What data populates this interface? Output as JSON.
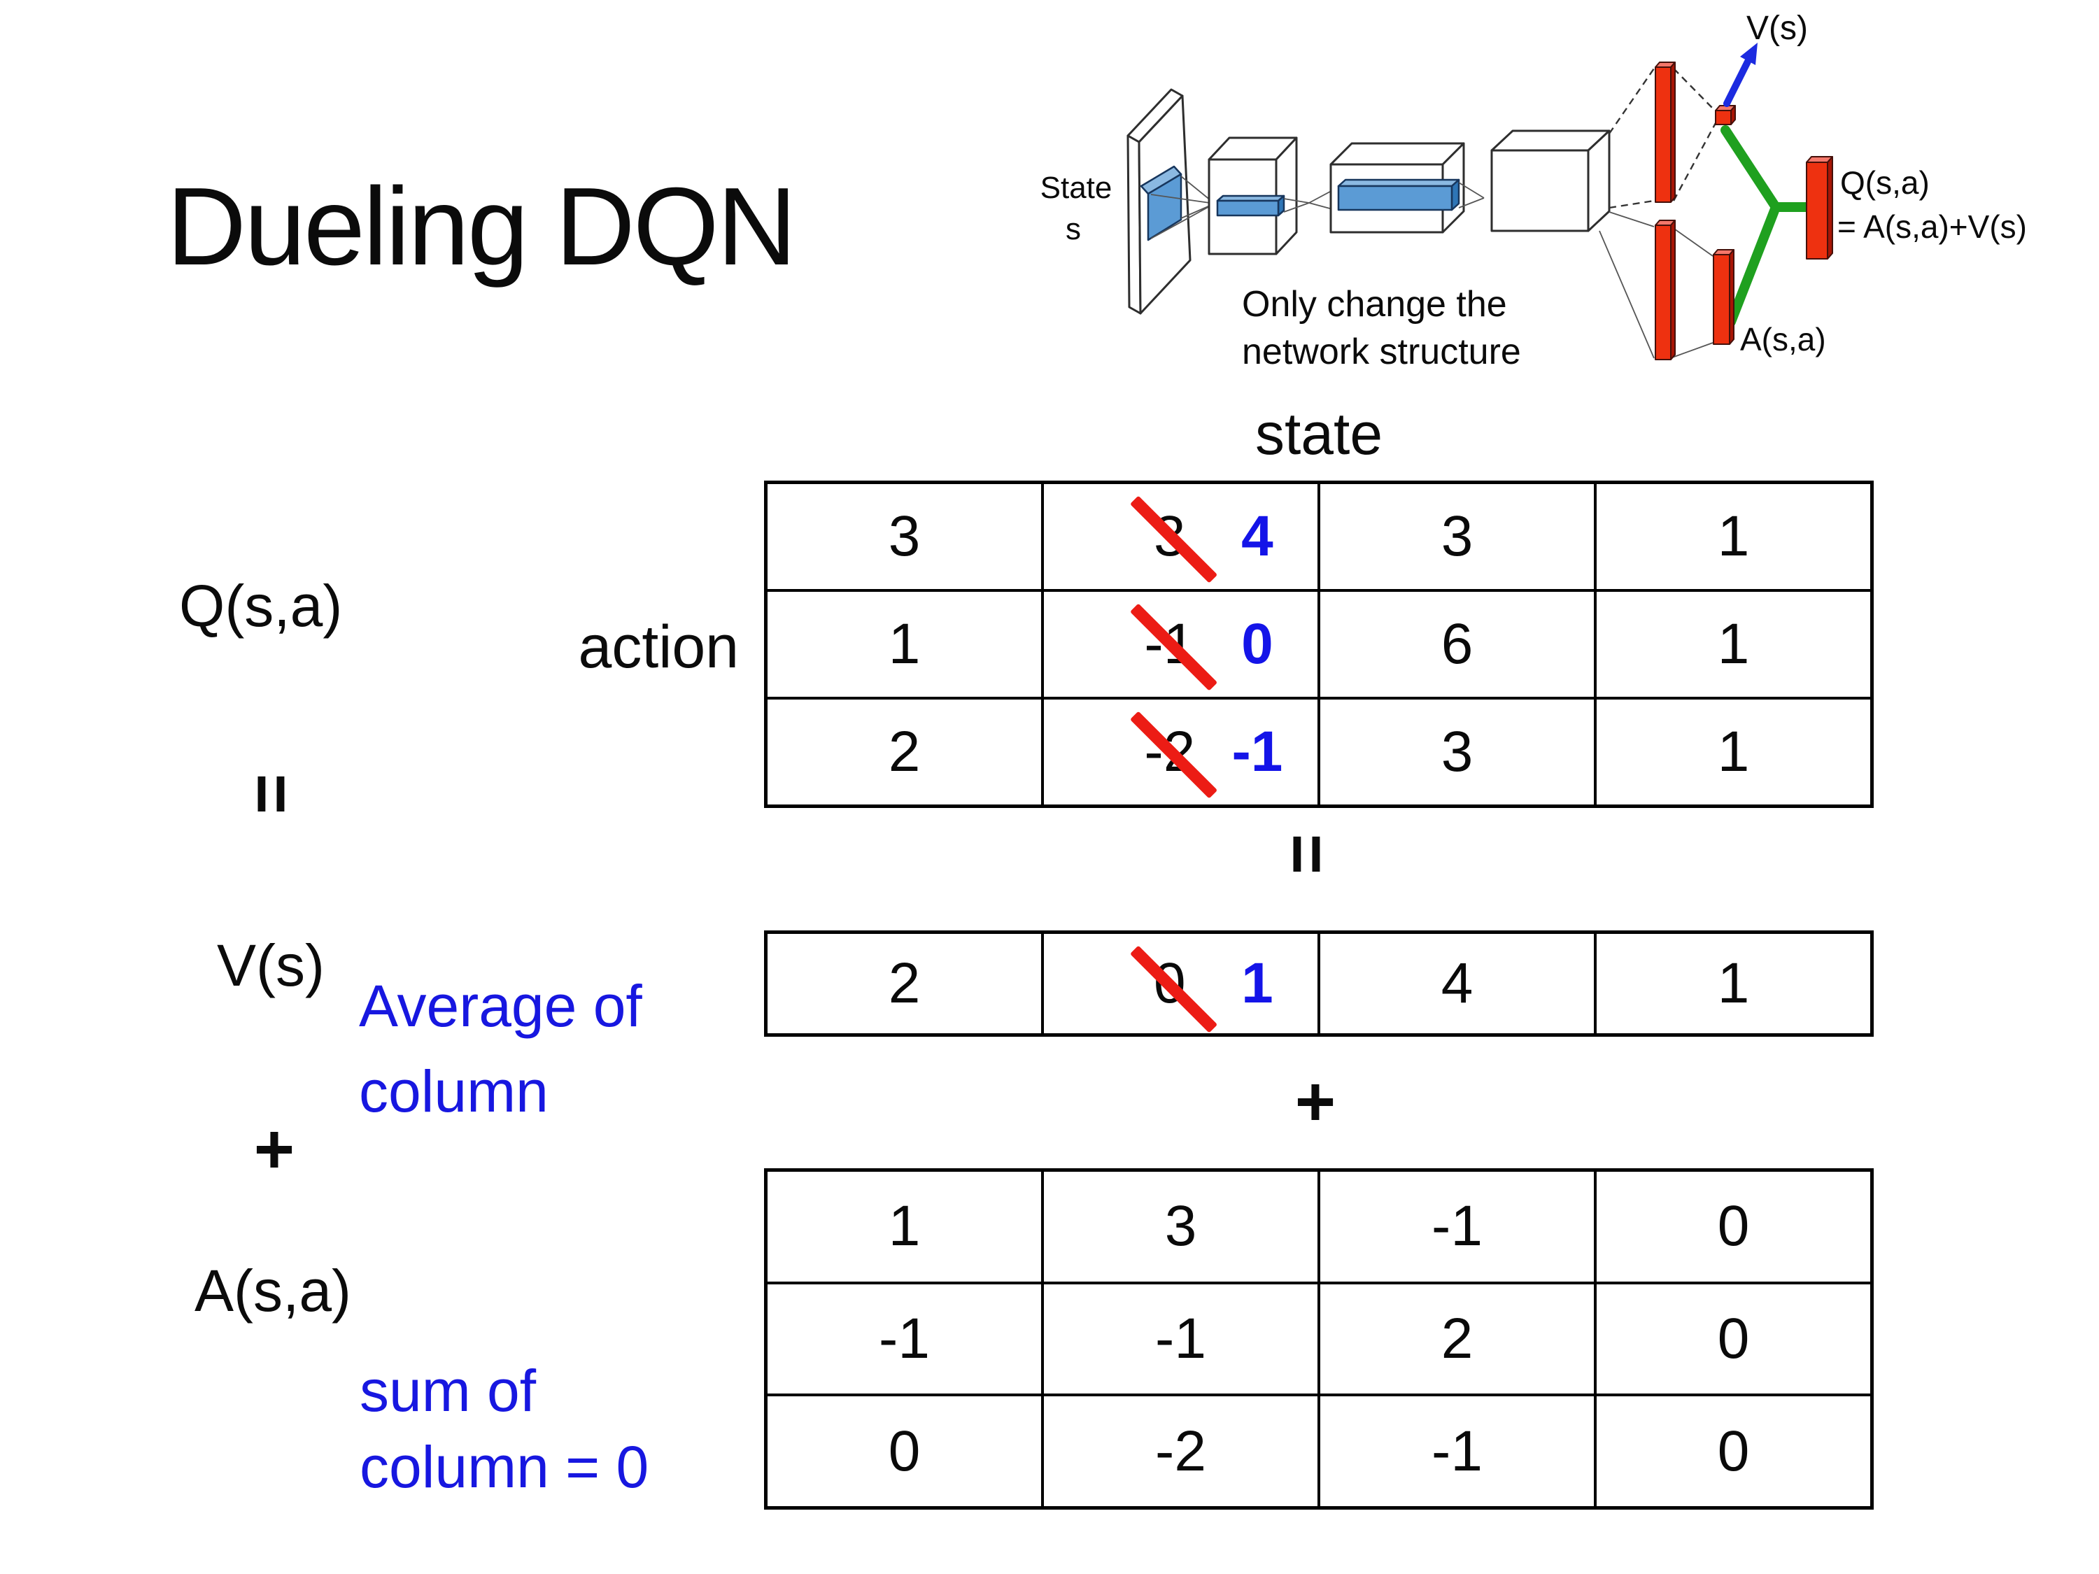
{
  "title": "Dueling DQN",
  "diagram": {
    "state_line1": "State",
    "state_line2": "s",
    "v_out": "V(s)",
    "q_out_line1": "Q(s,a)",
    "q_out_line2": "= A(s,a)+V(s)",
    "a_out": "A(s,a)",
    "note_line1": "Only change the",
    "note_line2": "network structure"
  },
  "equation": {
    "q_label": "Q(s,a)",
    "action_label": "action",
    "state_label": "state",
    "equals": "=",
    "plus": "+",
    "v_label": "V(s)",
    "a_label": "A(s,a)",
    "avg_note_line1": "Average of",
    "avg_note_line2": "column",
    "sum_note_line1": "sum of",
    "sum_note_line2": "column = 0"
  },
  "q_table": {
    "rows": [
      {
        "c0": "3",
        "c1_old": "3",
        "c1_new": "4",
        "c2": "3",
        "c3": "1"
      },
      {
        "c0": "1",
        "c1_old": "-1",
        "c1_new": "0",
        "c2": "6",
        "c3": "1"
      },
      {
        "c0": "2",
        "c1_old": "-2",
        "c1_new": "-1",
        "c2": "3",
        "c3": "1"
      }
    ]
  },
  "v_row": {
    "c0": "2",
    "c1_old": "0",
    "c1_new": "1",
    "c2": "4",
    "c3": "1"
  },
  "a_table": {
    "rows": [
      {
        "c0": "1",
        "c1": "3",
        "c2": "-1",
        "c3": "0"
      },
      {
        "c0": "-1",
        "c1": "-1",
        "c2": "2",
        "c3": "0"
      },
      {
        "c0": "0",
        "c1": "-2",
        "c2": "-1",
        "c3": "0"
      }
    ]
  },
  "colors": {
    "annotation_blue": "#1717e0",
    "replacement_blue": "#1414e8",
    "strike_red": "#ec1c15",
    "bar_red": "#ee3110",
    "merge_green": "#1fa01f",
    "layer_blue": "#5b9bd5"
  }
}
